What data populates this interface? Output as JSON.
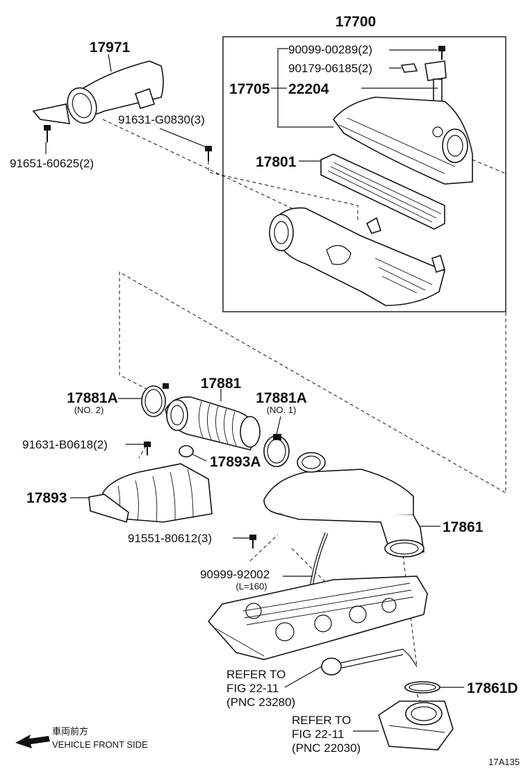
{
  "callouts": {
    "p17700": "17700",
    "p17971": "17971",
    "p90099_00289": "90099-00289(2)",
    "p90179_06185": "90179-06185(2)",
    "p17705": "17705",
    "p22204": "22204",
    "p91631_g0830": "91631-G0830(3)",
    "p91651_60625": "91651-60625(2)",
    "p17801": "17801",
    "p17881": "17881",
    "p17881a_left": "17881A",
    "p17881a_left_note": "(NO. 2)",
    "p17881a_right": "17881A",
    "p17881a_right_note": "(NO. 1)",
    "p91631_b0618": "91631-B0618(2)",
    "p17893a": "17893A",
    "p17893": "17893",
    "p91551_80612": "91551-80612(3)",
    "p17861": "17861",
    "p90999_92002": "90999-92002",
    "p90999_92002_len": "(L=160)",
    "p17861d": "17861D"
  },
  "refer_notes": [
    {
      "line1": "REFER TO",
      "line2": "FIG 22-11",
      "line3": "(PNC 23280)"
    },
    {
      "line1": "REFER TO",
      "line2": "FIG 22-11",
      "line3": "(PNC 22030)"
    }
  ],
  "direction": {
    "jp": "車両前方",
    "en": "VEHICLE FRONT SIDE"
  },
  "figure_code": "17A135"
}
